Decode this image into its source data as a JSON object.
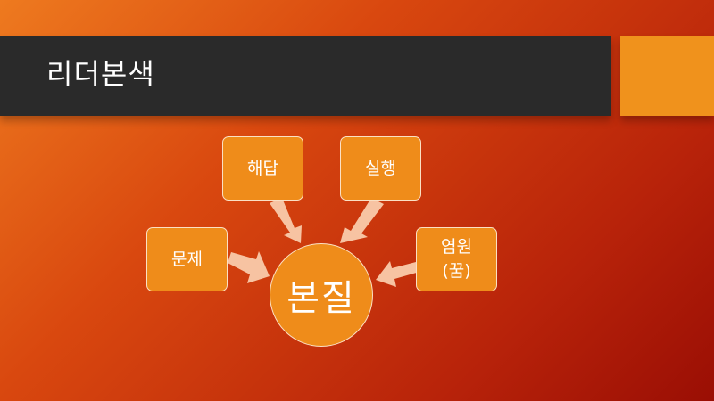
{
  "slide": {
    "title": "리더본색"
  },
  "diagram": {
    "center": "본질",
    "nodes": {
      "answer": "해답",
      "execution": "실행",
      "problem": "문제",
      "wish_line1": "염원",
      "wish_line2": "(꿈)"
    }
  },
  "colors": {
    "title_bar": "#2a2a2a",
    "accent": "#f0921c",
    "node_fill": "#ef8c1a",
    "arrow": "#f7c3a2"
  }
}
